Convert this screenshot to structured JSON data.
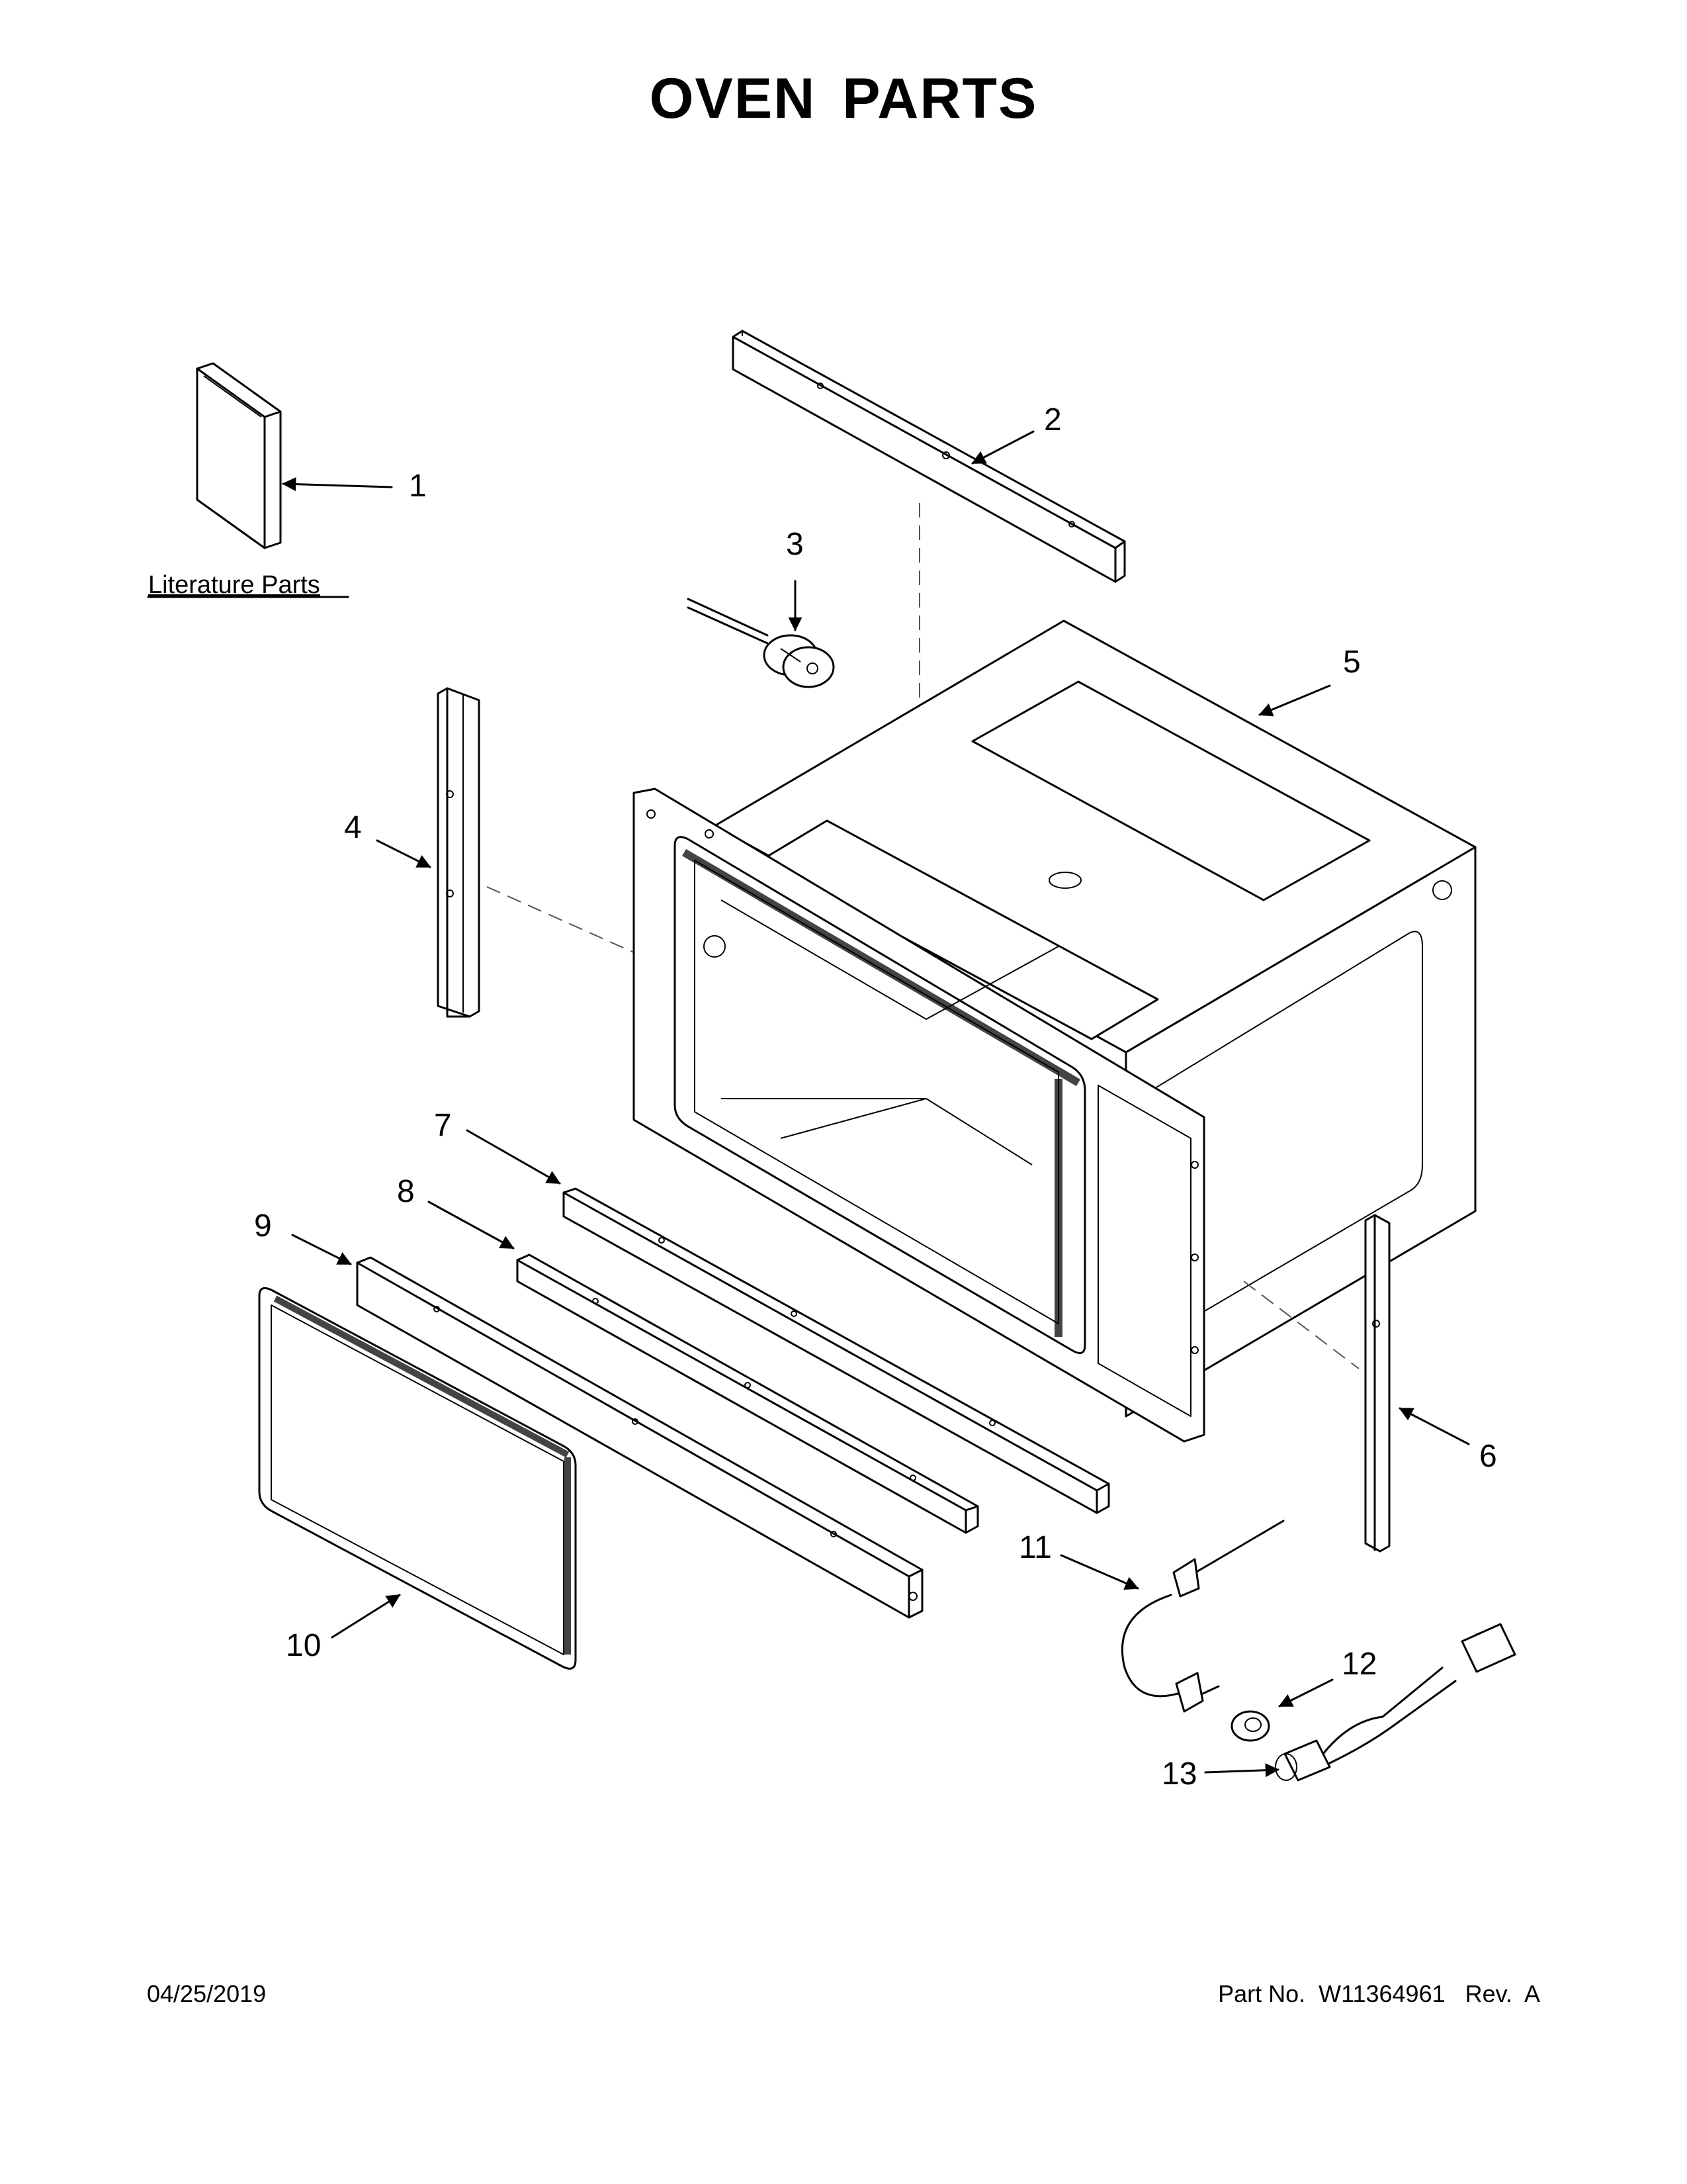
{
  "title": "OVEN PARTS",
  "literature_label": "Literature Parts",
  "callouts": {
    "c1": "1",
    "c2": "2",
    "c3": "3",
    "c4": "4",
    "c5": "5",
    "c6": "6",
    "c7": "7",
    "c8": "8",
    "c9": "9",
    "c10": "10",
    "c11": "11",
    "c12": "12",
    "c13": "13"
  },
  "footer": {
    "date": "04/25/2019",
    "part_number": "Part No.  W11364961   Rev.  A"
  }
}
